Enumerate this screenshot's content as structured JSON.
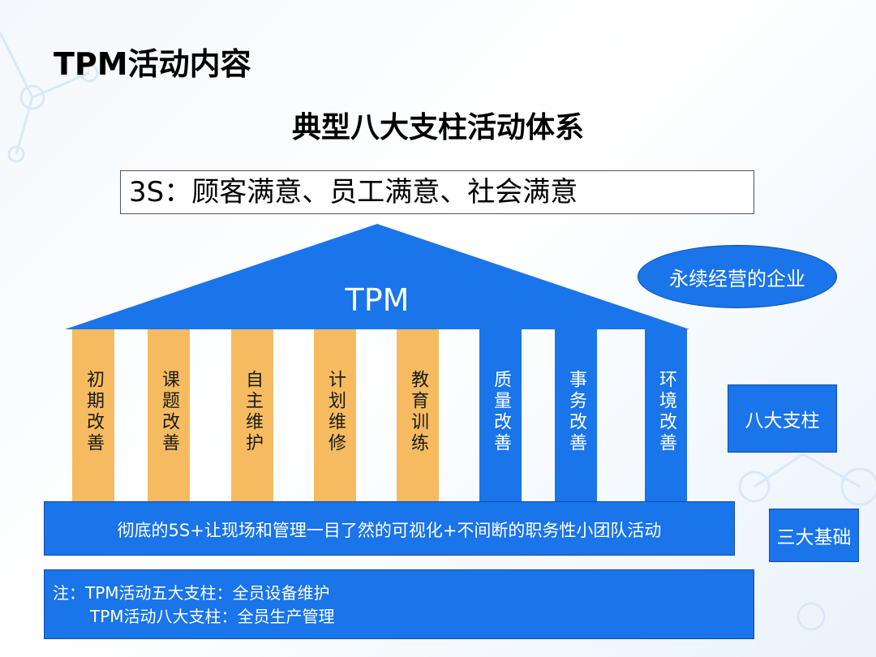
{
  "header": {
    "title": "TPM活动内容",
    "subtitle": "典型八大支柱活动体系"
  },
  "goal": {
    "text": "3S：顾客满意、员工满意、社会满意"
  },
  "roof": {
    "label": "TPM"
  },
  "side": {
    "goal_label": "永续经营的企业",
    "pillars_label": "八大支柱",
    "foundation_label": "三大基础"
  },
  "pillars": [
    {
      "label": "初期改善",
      "color": "#f6bb60"
    },
    {
      "label": "课题改善",
      "color": "#f6bb60"
    },
    {
      "label": "自主维护",
      "color": "#f6bb60"
    },
    {
      "label": "计划维修",
      "color": "#f6bb60"
    },
    {
      "label": "教育训练",
      "color": "#f6bb60"
    },
    {
      "label": "质量改善",
      "color": "#1a74ea"
    },
    {
      "label": "事务改善",
      "color": "#1a74ea"
    },
    {
      "label": "环境改善",
      "color": "#1a74ea"
    }
  ],
  "foundation": {
    "text": "彻底的5S+让现场和管理一目了然的可视化+不间断的职务性小团队活动"
  },
  "note": {
    "line1": "注：TPM活动五大支柱：全员设备维护",
    "line2": "TPM活动八大支柱：全员生产管理"
  },
  "colors": {
    "accent_blue": "#1a74ea",
    "pillar_orange": "#f6bb60"
  }
}
